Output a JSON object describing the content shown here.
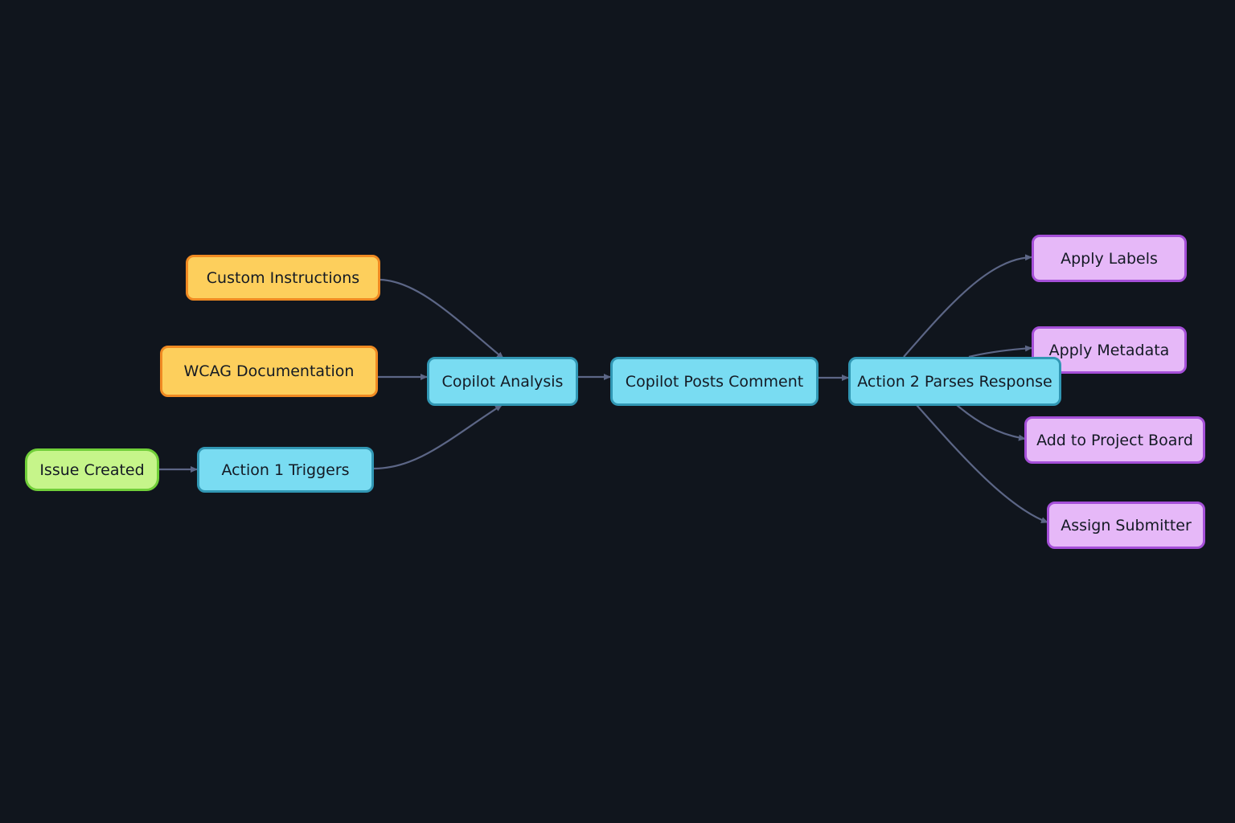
{
  "colors": {
    "background": "#10151d",
    "edge": "#5c6686",
    "start_fill": "#c6f58a",
    "input_fill": "#fdcf5c",
    "process_fill": "#79dcf2",
    "output_fill": "#e6b8f8"
  },
  "nodes": {
    "issue_created": "Issue Created",
    "action_1_triggers": "Action 1 Triggers",
    "custom_instructions": "Custom Instructions",
    "wcag_documentation": "WCAG Documentation",
    "copilot_analysis": "Copilot Analysis",
    "copilot_posts_comment": "Copilot Posts Comment",
    "action_2_parses_response": "Action 2 Parses Response",
    "apply_labels": "Apply Labels",
    "apply_metadata": "Apply Metadata",
    "add_to_project_board": "Add to Project Board",
    "assign_submitter": "Assign Submitter"
  },
  "edges": [
    {
      "from": "issue_created",
      "to": "action_1_triggers"
    },
    {
      "from": "action_1_triggers",
      "to": "copilot_analysis"
    },
    {
      "from": "custom_instructions",
      "to": "copilot_analysis"
    },
    {
      "from": "wcag_documentation",
      "to": "copilot_analysis"
    },
    {
      "from": "copilot_analysis",
      "to": "copilot_posts_comment"
    },
    {
      "from": "copilot_posts_comment",
      "to": "action_2_parses_response"
    },
    {
      "from": "action_2_parses_response",
      "to": "apply_labels"
    },
    {
      "from": "action_2_parses_response",
      "to": "apply_metadata"
    },
    {
      "from": "action_2_parses_response",
      "to": "add_to_project_board"
    },
    {
      "from": "action_2_parses_response",
      "to": "assign_submitter"
    }
  ]
}
